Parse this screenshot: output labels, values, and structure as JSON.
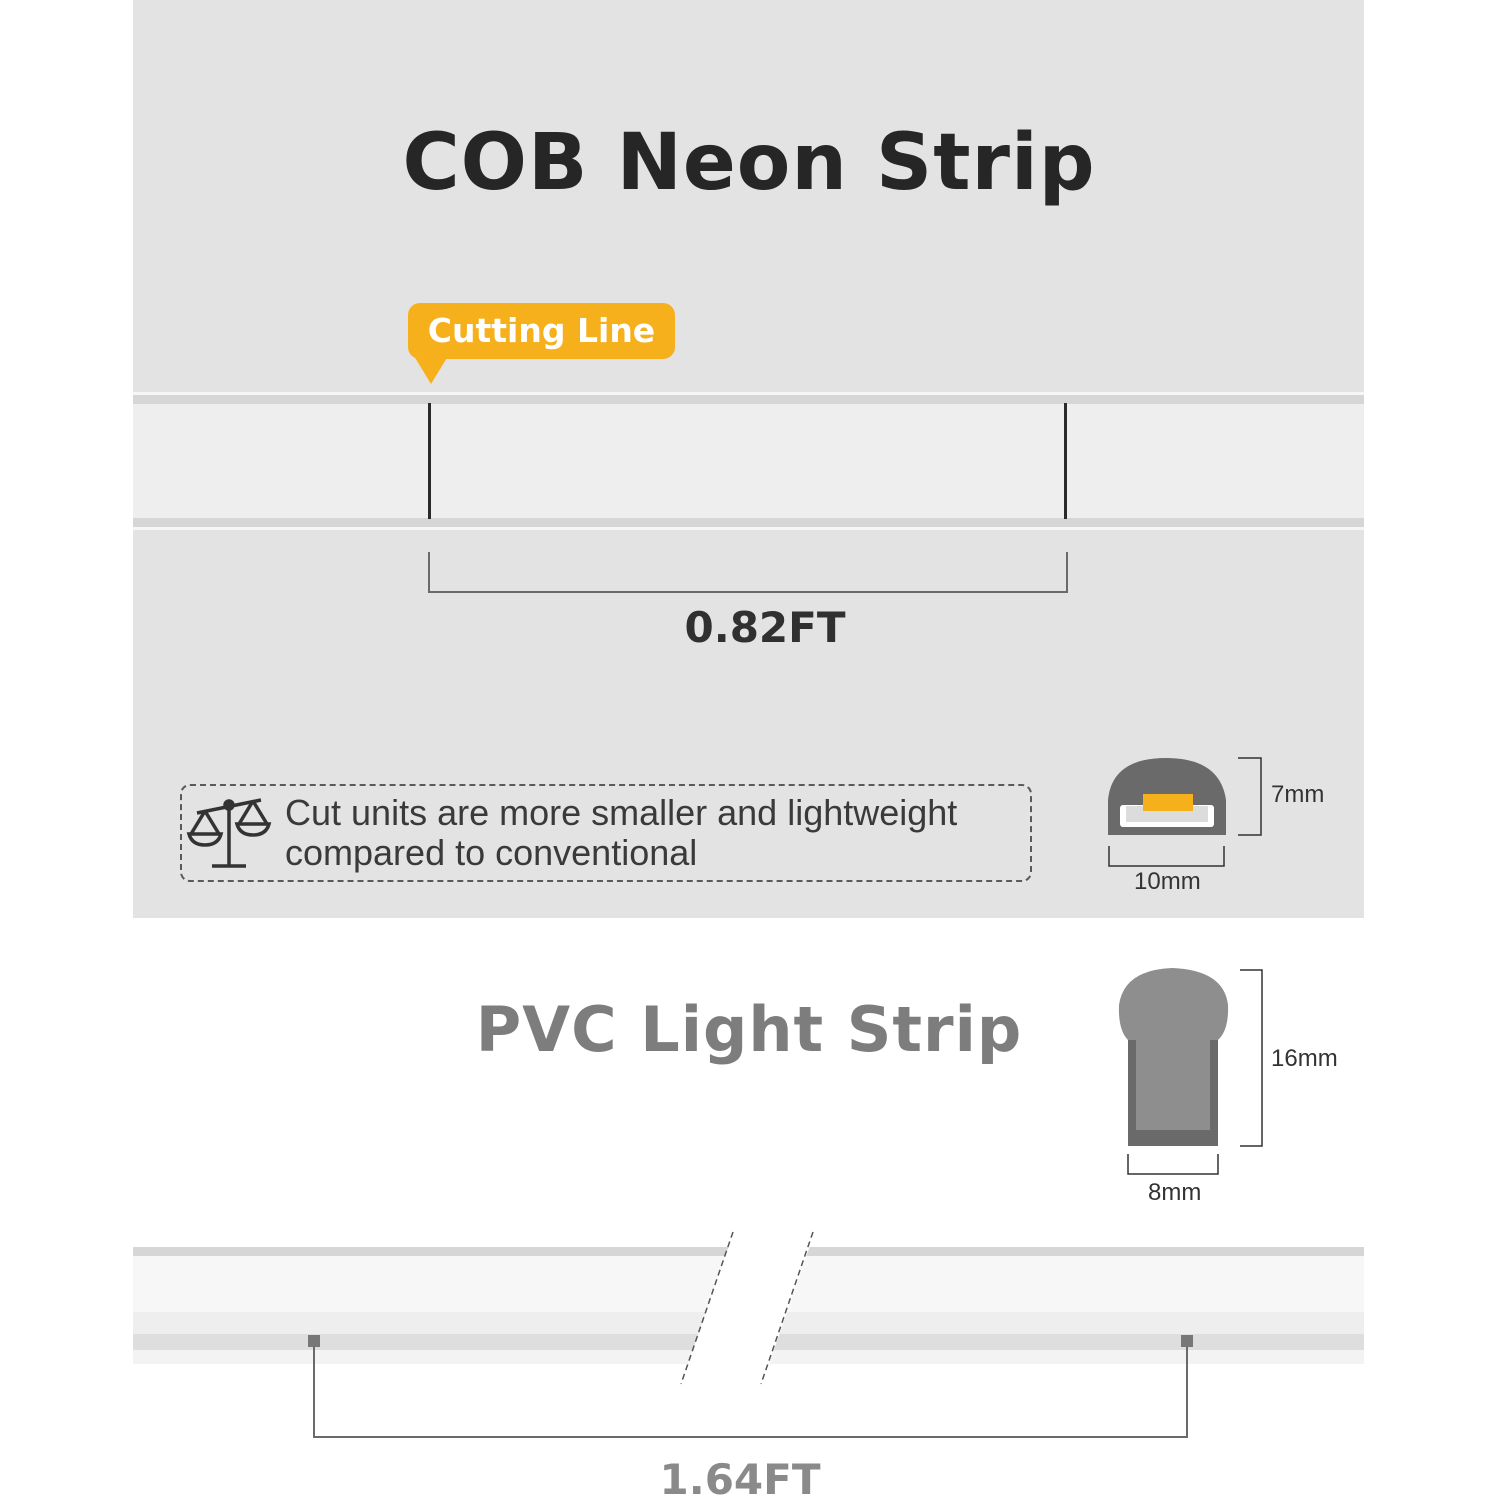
{
  "cob": {
    "title": "COB Neon Strip",
    "cutting_line_label": "Cutting Line",
    "segment_length": "0.82FT",
    "note": "Cut units are more smaller and lightweight compared to conventional",
    "note_icon": "balance-scale-icon",
    "profile": {
      "height_label": "7mm",
      "width_label": "10mm"
    }
  },
  "pvc": {
    "title": "PVC Light Strip",
    "segment_length": "1.64FT",
    "profile": {
      "height_label": "16mm",
      "width_label": "8mm"
    }
  },
  "colors": {
    "accent": "#f6b01c",
    "panel": "#e3e3e3",
    "dark_text": "#262626",
    "muted_text": "#7d7d7d"
  }
}
